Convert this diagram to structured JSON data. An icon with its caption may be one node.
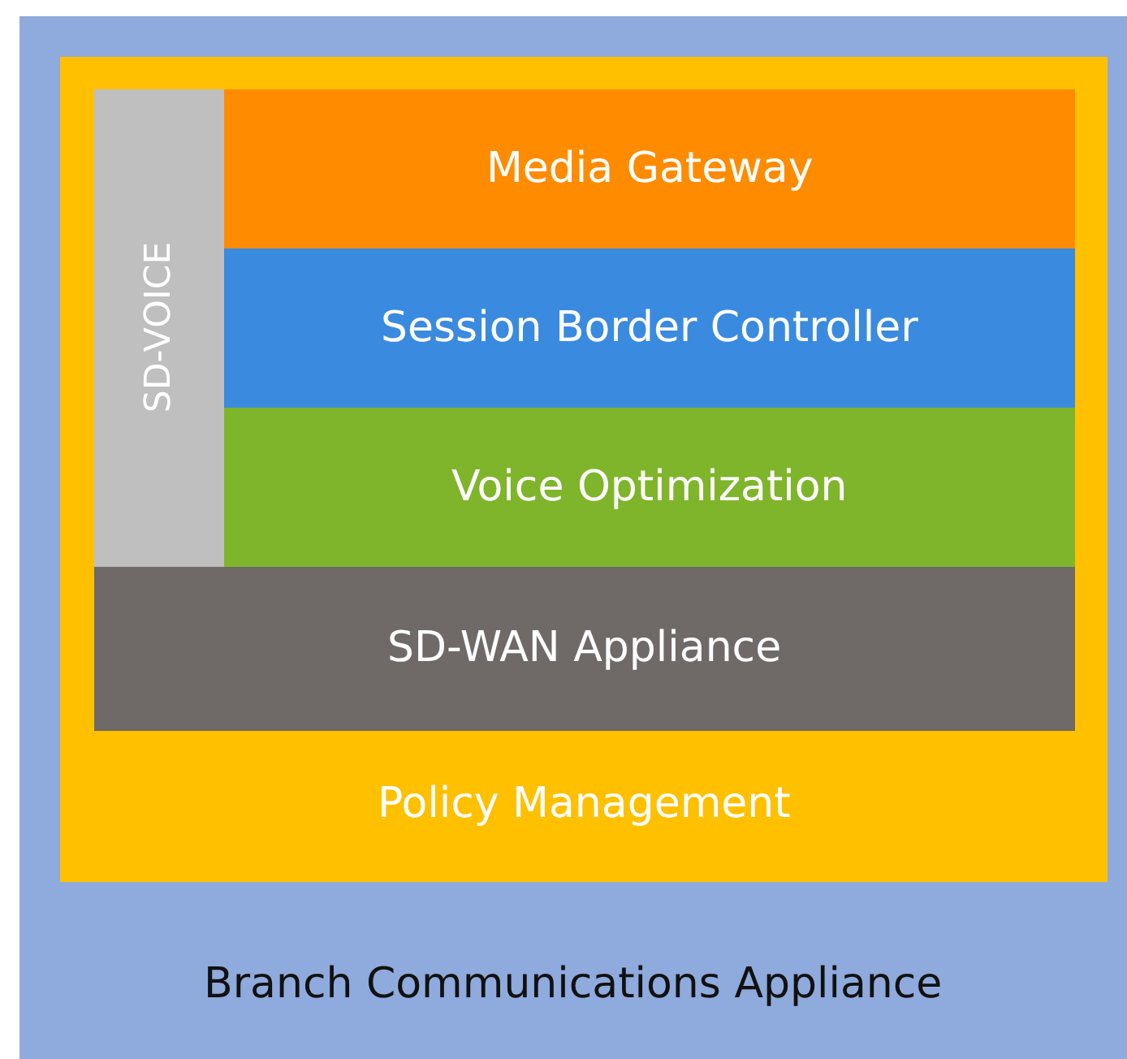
{
  "diagram": {
    "nodes": [
      {
        "text": [
          "Branch Communications Appliance"
        ]
      },
      {
        "text": [
          "Policy Management"
        ],
        "in": 0
      },
      {
        "text": [
          "SD-VOICE"
        ],
        "in": 1
      },
      {
        "text": [
          "Media Gateway"
        ],
        "in": 1
      },
      {
        "text": [
          "Session Border Controller"
        ],
        "in": 1
      },
      {
        "text": [
          "Voice Optimization"
        ],
        "in": 1
      },
      {
        "text": [
          "SD-WAN Appliance"
        ],
        "in": 1
      }
    ],
    "edges": []
  }
}
